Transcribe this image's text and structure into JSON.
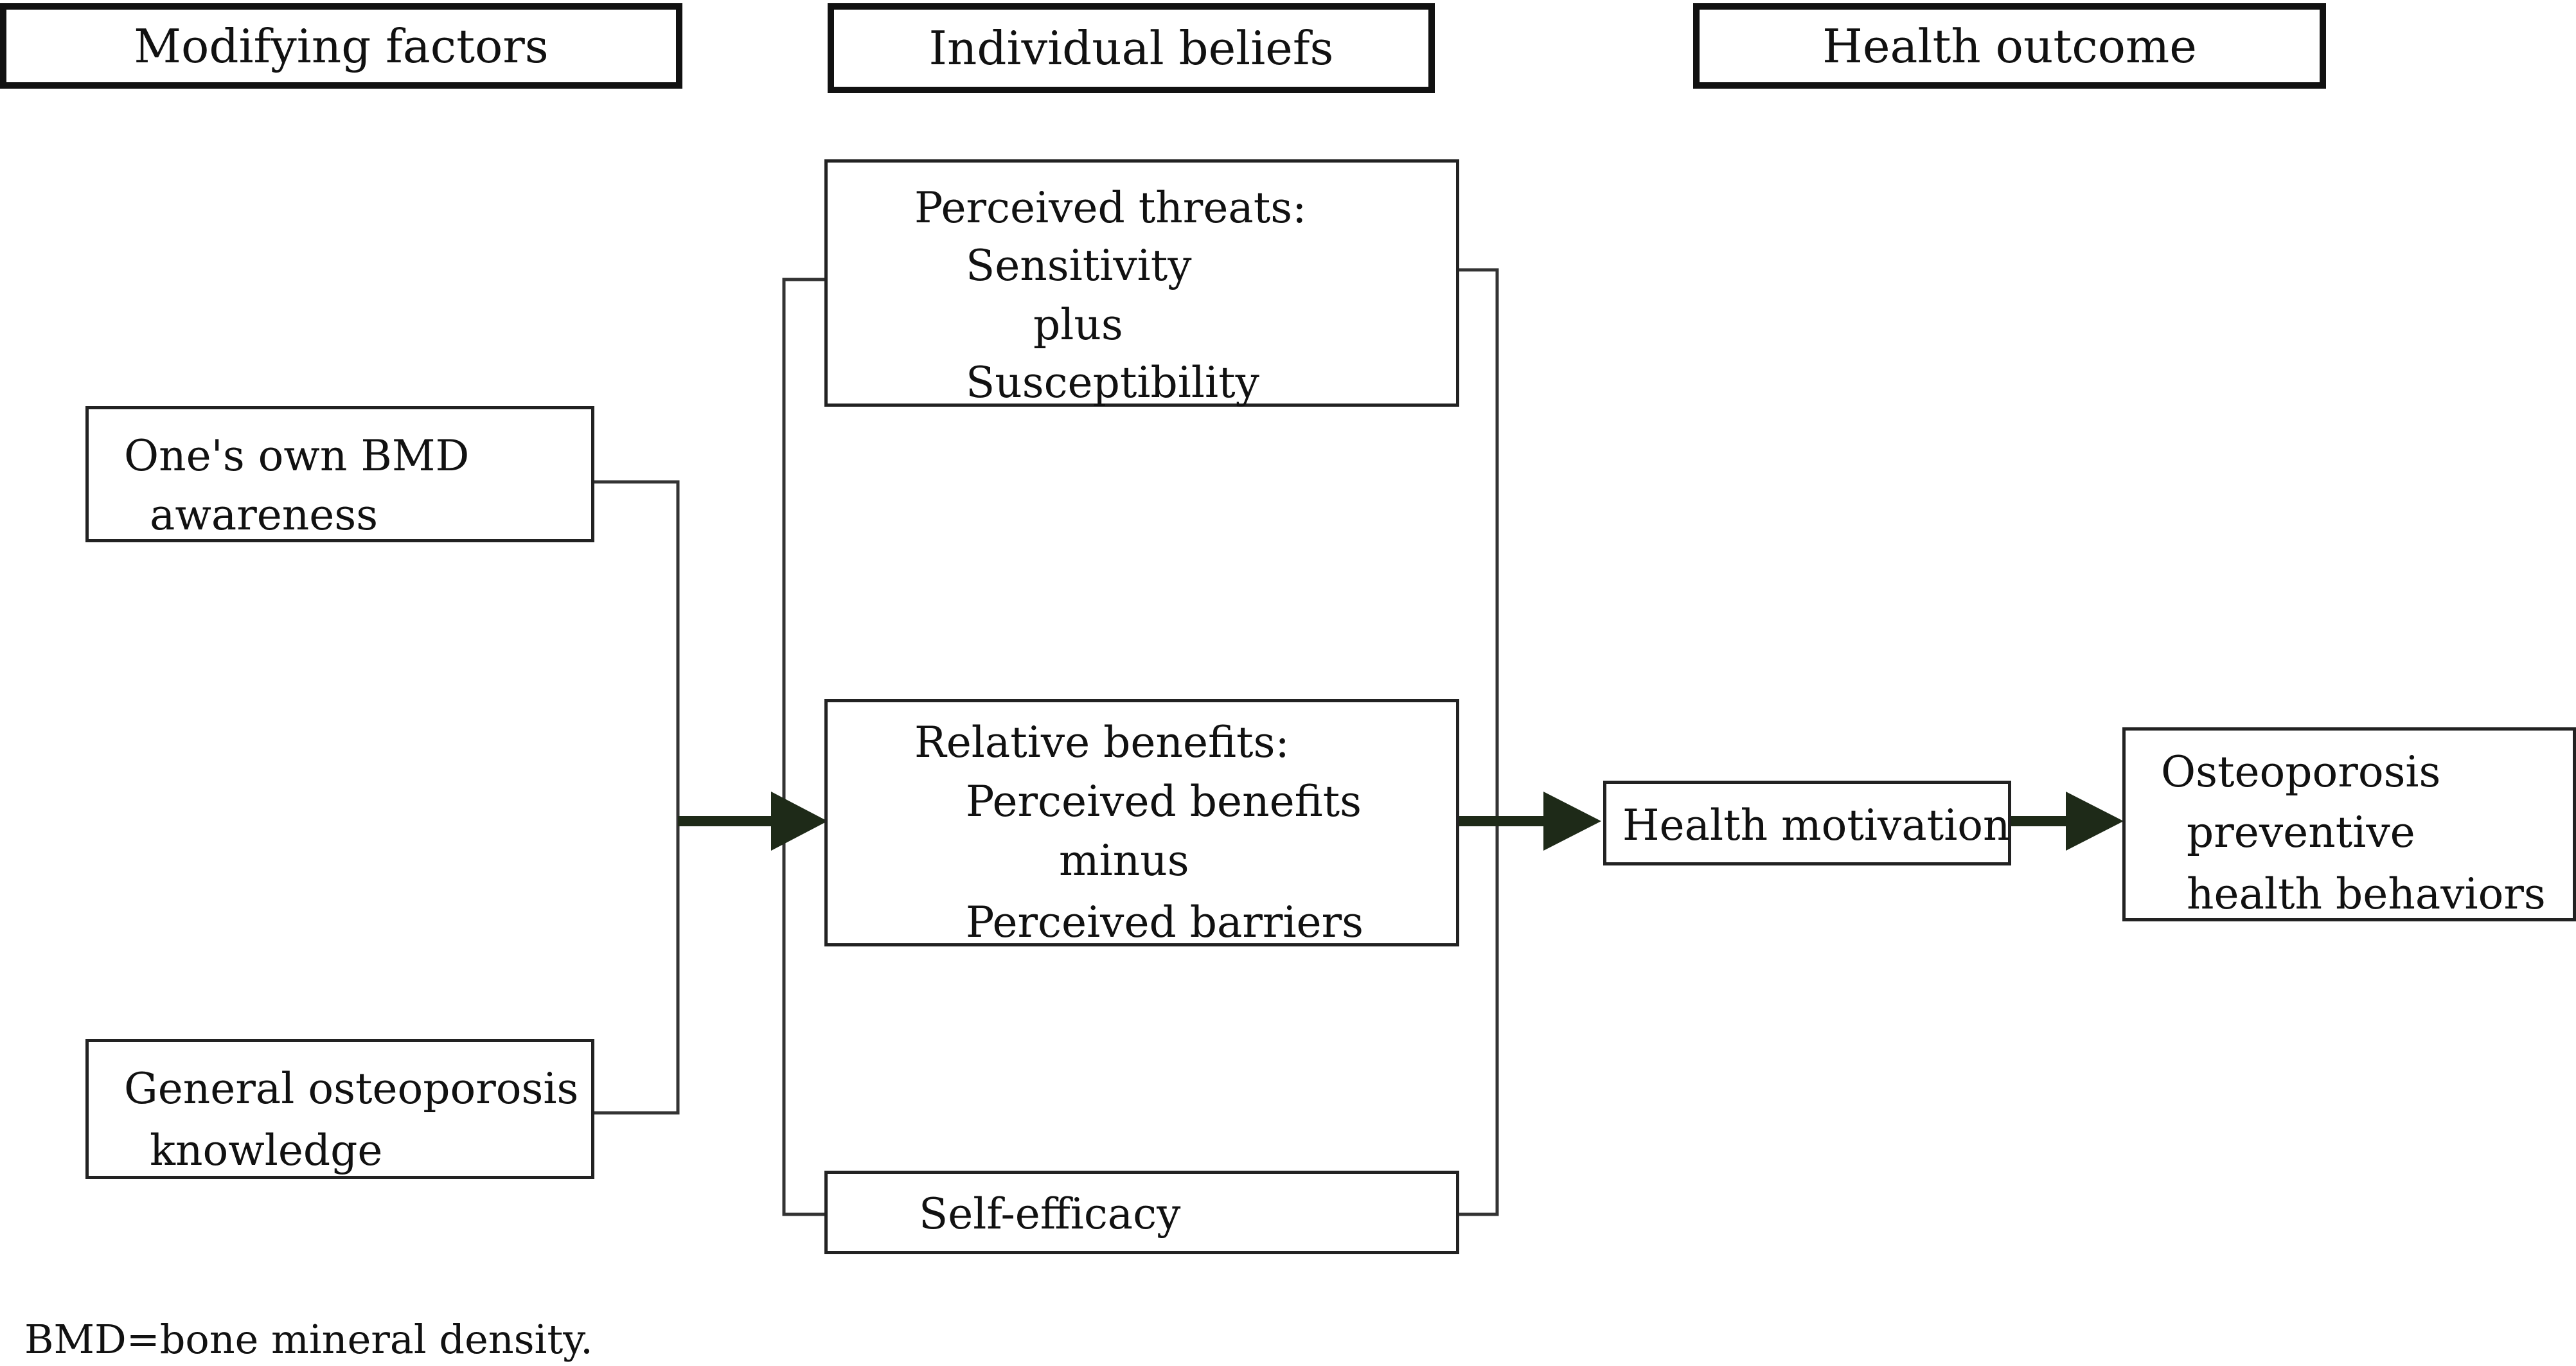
{
  "headers": {
    "modifying": "Modifying factors",
    "beliefs": "Individual beliefs",
    "outcome": "Health outcome"
  },
  "modifying_factors": {
    "bmd_awareness": [
      "One's own BMD",
      "awareness"
    ],
    "osteo_knowledge": [
      "General osteoporosis",
      "knowledge"
    ]
  },
  "beliefs": {
    "threats": [
      "Perceived threats:",
      "Sensitivity",
      "plus",
      "Susceptibility"
    ],
    "benefits": [
      "Relative benefits:",
      "Perceived benefits",
      "minus",
      "Perceived barriers"
    ],
    "self_efficacy": "Self-efficacy"
  },
  "health_motivation": "Health motivation",
  "outcome_behaviors": [
    "Osteoporosis",
    "preventive",
    "health behaviors"
  ],
  "footnote": "BMD=bone mineral density."
}
